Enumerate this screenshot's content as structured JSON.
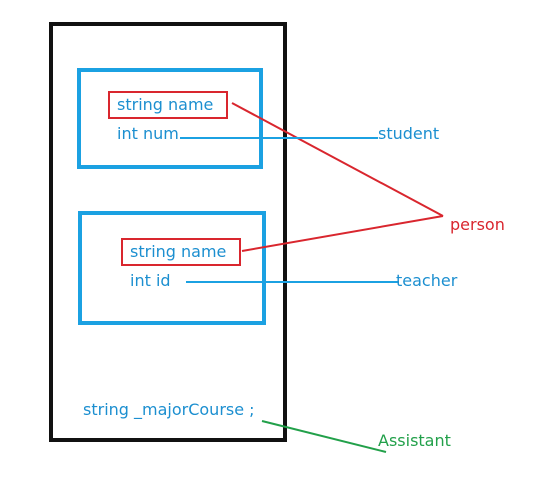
{
  "student_box": {
    "field_1": "string name",
    "field_2": "int num"
  },
  "teacher_box": {
    "field_1": "string name",
    "field_2": "int id"
  },
  "extra_field": "string _majorCourse ;",
  "labels": {
    "student": "student",
    "teacher": "teacher",
    "person": "person",
    "assistant": "Assistant"
  },
  "colors": {
    "outer_border": "#111111",
    "class_border": "#1ba1e2",
    "highlight": "#d9262e",
    "assistant": "#22a04a"
  }
}
